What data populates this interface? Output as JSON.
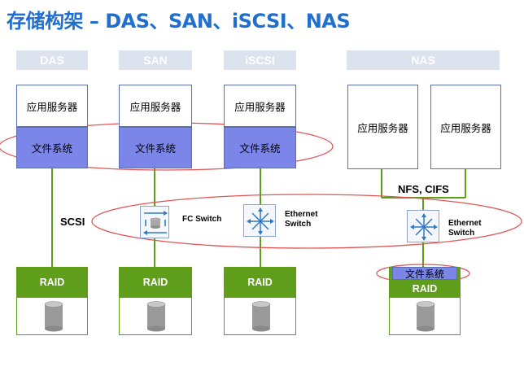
{
  "title": "存储构架 – DAS、SAN、iSCSI、NAS",
  "columns": [
    {
      "header": "DAS"
    },
    {
      "header": "SAN"
    },
    {
      "header": "iSCSI"
    },
    {
      "header": "NAS"
    }
  ],
  "app_server_label": "应用服务器",
  "file_system_label": "文件系统",
  "scsi_label": "SCSI",
  "fc_switch_label": "FC Switch",
  "ethernet_switch_label_line1": "Ethernet",
  "ethernet_switch_label_line2": "Switch",
  "nfs_cifs_label": "NFS, CIFS",
  "raid_label": "RAID",
  "colors": {
    "title": "#1f6fd0",
    "header_bg": "#dde2ef",
    "file_system_bg": "#7b86e8",
    "server_border": "#5a6fb3",
    "raid_green": "#5f9e1a",
    "line_green": "#5f9e1a",
    "ellipse_red": "#e05555"
  },
  "icons": [
    "fc-switch-icon",
    "ethernet-switch-icon",
    "disk-cylinder-icon"
  ]
}
